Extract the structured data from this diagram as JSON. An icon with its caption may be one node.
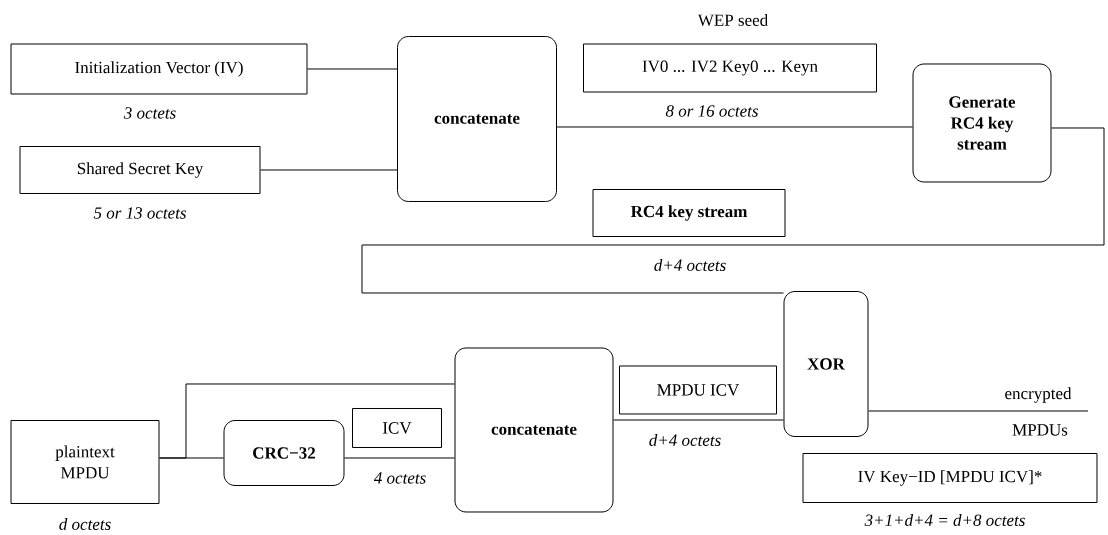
{
  "diagram": {
    "nodes": [
      {
        "text": [
          "Initialization Vector (IV)"
        ],
        "beside": [
          "3 octets"
        ]
      },
      {
        "text": [
          "Shared Secret Key"
        ],
        "beside": [
          "5 or 13 octets"
        ]
      },
      {
        "text": [
          "concatenate"
        ]
      },
      {
        "text": [
          "WEP seed",
          "IV0 ... IV2 Key0 ... Keyn"
        ],
        "beside": [
          "8 or 16 octets"
        ]
      },
      {
        "text": [
          "Generate RC4 key stream"
        ]
      },
      {
        "text": [
          "RC4 key stream"
        ]
      },
      {
        "text": [
          "plaintext MPDU"
        ],
        "beside": [
          "d octets"
        ]
      },
      {
        "text": [
          "CRC−32"
        ]
      },
      {
        "text": [
          "ICV"
        ]
      },
      {
        "text": [
          "concatenate"
        ]
      },
      {
        "text": [
          "MPDU ICV"
        ]
      },
      {
        "text": [
          "XOR"
        ]
      },
      {
        "text": [
          "IV Key−ID [MPDU ICV]*"
        ],
        "beside": [
          "3+1+d+4 = d+8 octets"
        ]
      }
    ],
    "edges": [
      {
        "from": 0,
        "to": 2,
        "arrow": "none"
      },
      {
        "from": 1,
        "to": 2,
        "arrow": "none"
      },
      {
        "from": 2,
        "to": 4,
        "arrow": "none"
      },
      {
        "from": 4,
        "to": 11,
        "arrow": "none",
        "label": "d+4 octets"
      },
      {
        "from": 6,
        "to": 9,
        "arrow": "none"
      },
      {
        "from": 6,
        "to": 7,
        "arrow": "none"
      },
      {
        "from": 7,
        "to": 9,
        "arrow": "none",
        "label": "4 octets"
      },
      {
        "from": 9,
        "to": 11,
        "arrow": "none",
        "label": "d+4 octets"
      },
      {
        "from": 11,
        "to": null,
        "arrow": "none"
      }
    ],
    "labels": [
      "encrypted",
      "MPDUs"
    ]
  }
}
